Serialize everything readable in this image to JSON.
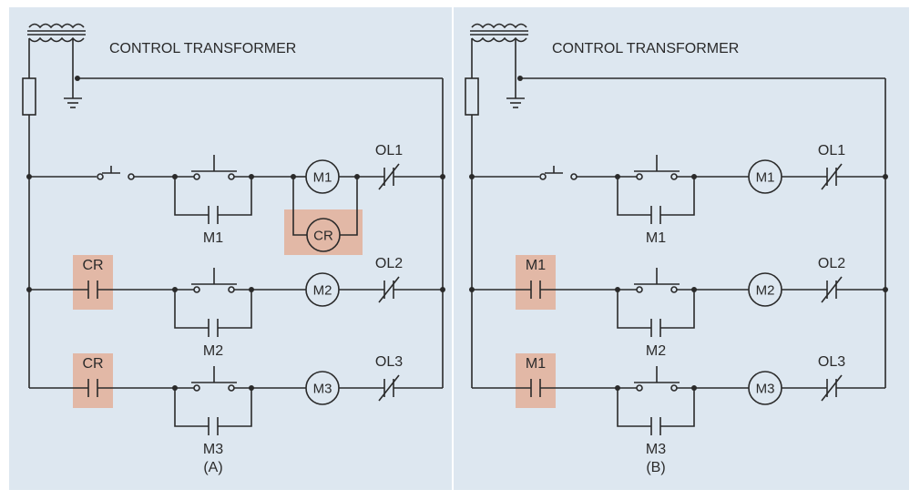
{
  "panels": [
    {
      "title": "CONTROL TRANSFORMER",
      "caption": "(A)",
      "colors": {
        "highlight": "#e2b8a6"
      },
      "rung1": {
        "coil": "M1",
        "holding_contact": "M1",
        "overload": "OL1",
        "extra_coil": "CR"
      },
      "rung2": {
        "contact": "CR",
        "coil": "M2",
        "holding_contact": "M2",
        "overload": "OL2"
      },
      "rung3": {
        "contact": "CR",
        "coil": "M3",
        "holding_contact": "M3",
        "overload": "OL3"
      }
    },
    {
      "title": "CONTROL TRANSFORMER",
      "caption": "(B)",
      "colors": {
        "highlight": "#e2b8a6"
      },
      "rung1": {
        "coil": "M1",
        "holding_contact": "M1",
        "overload": "OL1"
      },
      "rung2": {
        "contact": "M1",
        "coil": "M2",
        "holding_contact": "M2",
        "overload": "OL2"
      },
      "rung3": {
        "contact": "M1",
        "coil": "M3",
        "holding_contact": "M3",
        "overload": "OL3"
      }
    }
  ]
}
